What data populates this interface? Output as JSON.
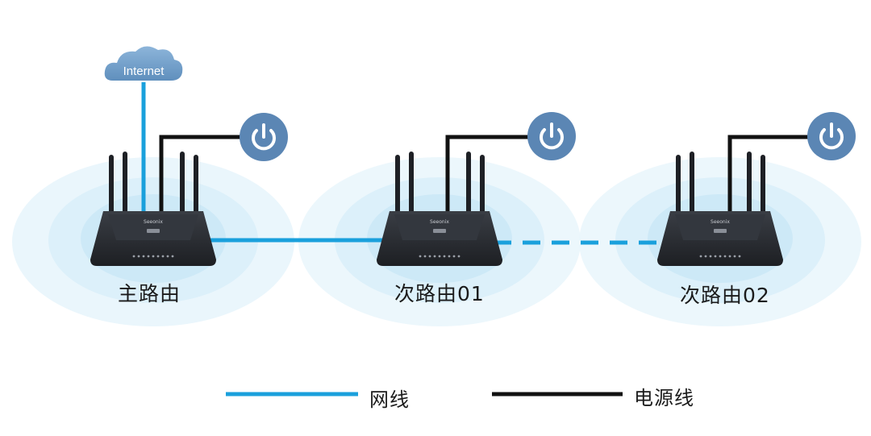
{
  "colors": {
    "lan_cable": "#1aa0dc",
    "power_line": "#111111",
    "power_icon_bg": "#5b86b4",
    "cloud": "#6f9cc6",
    "router_body": "#2a2d33",
    "halo": "#d8eef8"
  },
  "internet": {
    "label": "Internet",
    "icon": "cloud-icon"
  },
  "routers": [
    {
      "id": "main",
      "label": "主路由",
      "brand": "Seeonix",
      "icon": "router-icon"
    },
    {
      "id": "sub1",
      "label": "次路由01",
      "brand": "Seeonix",
      "icon": "router-icon"
    },
    {
      "id": "sub2",
      "label": "次路由02",
      "brand": "Seeonix",
      "icon": "router-icon"
    }
  ],
  "power_icon": "power-icon",
  "links": [
    {
      "from": "internet",
      "to": "main",
      "kind": "lan"
    },
    {
      "from": "main",
      "to": "sub1",
      "kind": "lan",
      "style": "solid"
    },
    {
      "from": "sub1",
      "to": "sub2",
      "kind": "lan",
      "style": "dashed"
    }
  ],
  "legend": {
    "lan_label": "网线",
    "power_label": "电源线"
  }
}
